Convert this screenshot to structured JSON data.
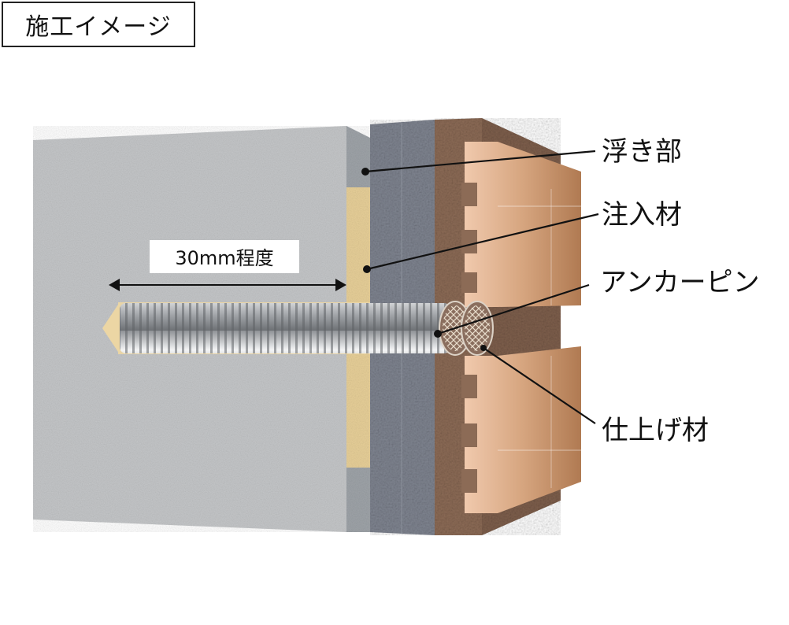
{
  "title": "施工イメージ",
  "dimension": {
    "label": "30mm程度"
  },
  "labels": {
    "floating_part": "浮き部",
    "injection_material": "注入材",
    "anchor_pin": "アンカーピン",
    "finish_material": "仕上げ材"
  },
  "colors": {
    "concrete": "#bfc1c3",
    "mortar": "#7c808a",
    "tile_base": "#8b6a55",
    "tile": "#d9ae8e",
    "injection": "#ecd6a4",
    "pin": "#b9bcbf",
    "line": "#111111"
  }
}
